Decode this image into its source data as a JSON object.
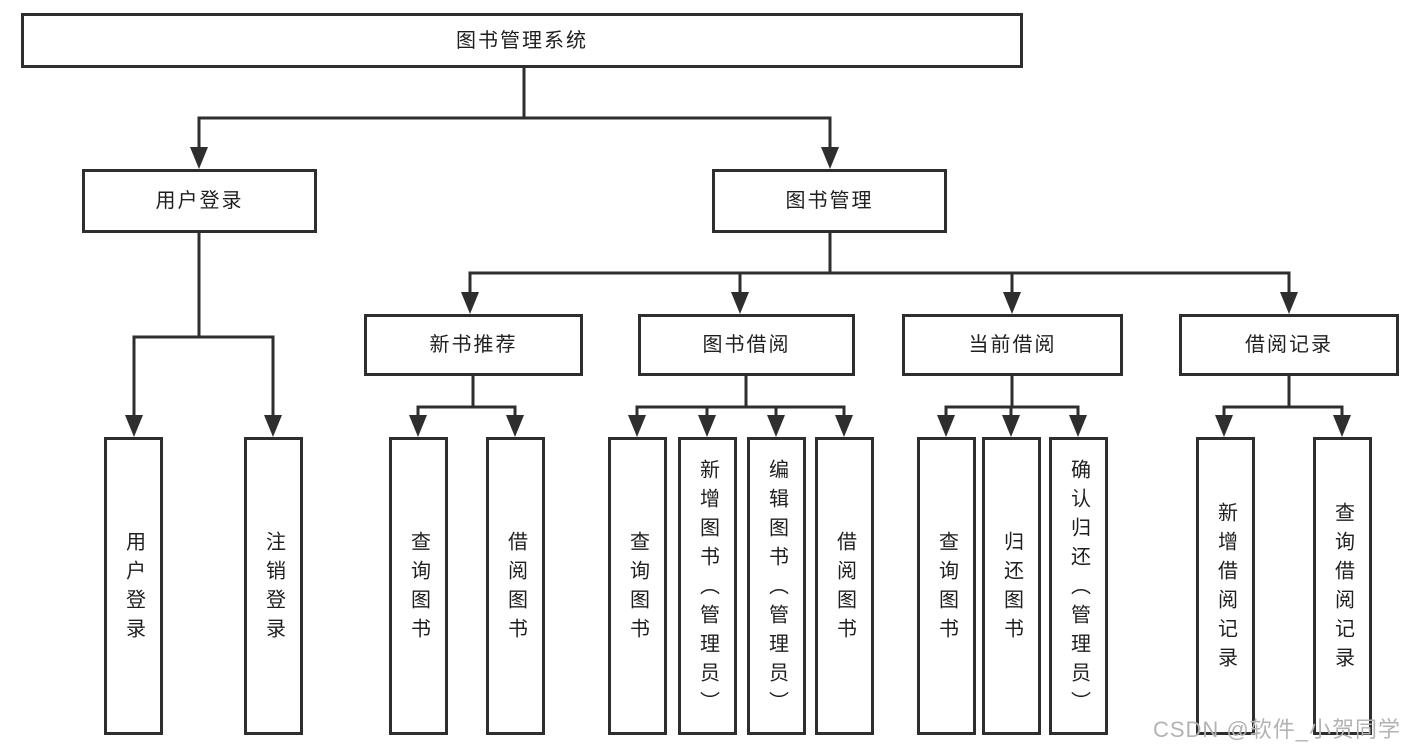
{
  "tree": {
    "root": "图书管理系统",
    "branches": [
      {
        "label": "用户登录",
        "children": [
          "用户登录",
          "注销登录"
        ]
      },
      {
        "label": "图书管理",
        "children": [
          {
            "label": "新书推荐",
            "children": [
              "查询图书",
              "借阅图书"
            ]
          },
          {
            "label": "图书借阅",
            "children": [
              "查询图书",
              "新增图书（管理员）",
              "编辑图书（管理员）",
              "借阅图书"
            ]
          },
          {
            "label": "当前借阅",
            "children": [
              "查询图书",
              "归还图书",
              "确认归还（管理员）"
            ]
          },
          {
            "label": "借阅记录",
            "children": [
              "新增借阅记录",
              "查询借阅记录"
            ]
          }
        ]
      }
    ]
  },
  "watermark": {
    "text": "CSDN @软件_小贺同学"
  },
  "colors": {
    "line": "#2e2e2e",
    "text": "#1f1f1f",
    "watermark": "#b3b3b3",
    "background": "#ffffff"
  }
}
